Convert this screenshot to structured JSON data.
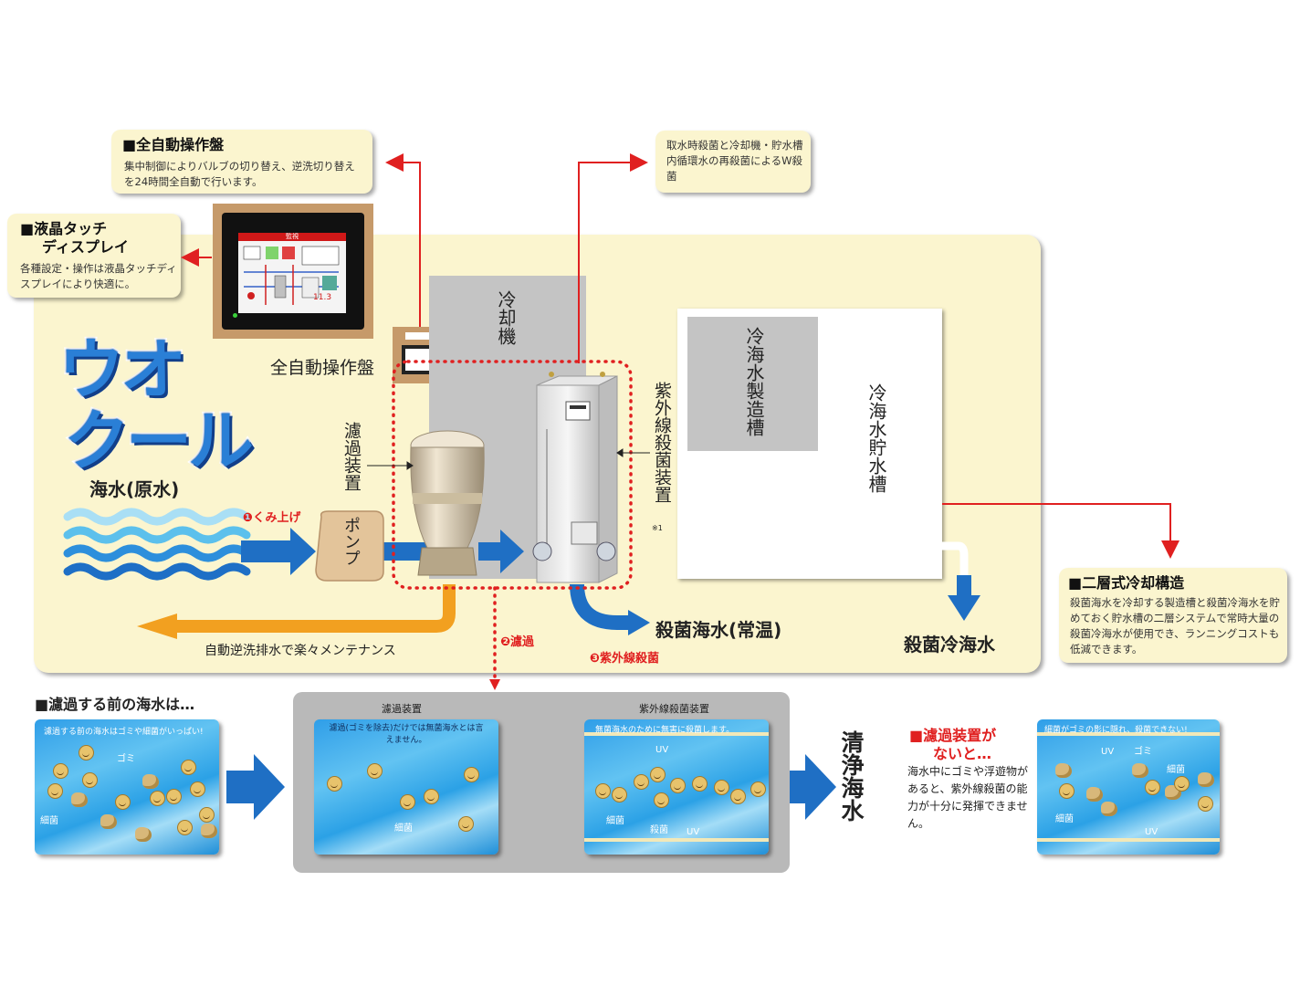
{
  "callouts": {
    "control_panel": {
      "title": "■全自動操作盤",
      "text": "集中制御によりバルブの切り替え、逆洗切り替えを24時間全自動で行います。"
    },
    "lcd": {
      "title_line1": "■液晶タッチ",
      "title_line2": "ディスプレイ",
      "text": "各種設定・操作は液晶タッチディスプレイにより快適に。"
    },
    "uv_note": {
      "text": "取水時殺菌と冷却機・貯水槽内循環水の再殺菌によるW殺菌"
    },
    "two_layer": {
      "title": "■二層式冷却構造",
      "text": "殺菌海水を冷却する製造槽と殺菌冷海水を貯めておく貯水槽の二層システムで常時大量の殺菌冷海水が使用でき、ランニングコストも低減できます。"
    }
  },
  "brand": {
    "line1": "ウオ",
    "line2": "クール"
  },
  "diagram": {
    "seawater_label": "海水(原水)",
    "step1": "くみ上げ",
    "step1_num": "❶",
    "pump": "ポンプ",
    "filter_label": "濾過装置",
    "panel_label": "全自動操作盤",
    "chiller": "冷却機",
    "uv_label": "紫外線殺菌装置",
    "uv_note_mark": "※1",
    "cold_maker": "冷海水製造槽",
    "cold_storage": "冷海水貯水槽",
    "backwash": "自動逆洗排水で楽々メンテナンス",
    "step2": "濾過",
    "step2_num": "❷",
    "step3": "紫外線殺菌",
    "step3_num": "❸",
    "sterile_water": "殺菌海水(常温)",
    "sterile_cold": "殺菌冷海水"
  },
  "bottom": {
    "before_title": "■濾過する前の海水は…",
    "before_caption": "濾過する前の海水はゴミや細菌がいっぱい!",
    "label_trash": "ゴミ",
    "label_bacteria": "細菌",
    "group_filter": "濾過装置",
    "group_uv": "紫外線殺菌装置",
    "filter_caption": "濾過(ゴミを除去)だけでは無菌海水とは言えません。",
    "uv_caption": "無菌海水のために無害に殺菌します。",
    "uv": "UV",
    "label_kill": "殺菌",
    "clean_water": "清浄海水",
    "without_title_line1": "■濾過装置が",
    "without_title_line2": "ないと…",
    "without_text": "海水中にゴミや浮遊物があると、紫外線殺菌の能力が十分に発揮できません。",
    "without_caption": "細菌がゴミの影に隠れ、殺菌できない!"
  },
  "screen": {
    "header": "監視",
    "reading": "11.3"
  },
  "colors": {
    "panel_bg": "#fbf5cf",
    "flow_blue": "#1f6fc4",
    "backwash_orange": "#f2a020",
    "signal_red": "#e02020",
    "brand_blue": "#2a7fd6"
  }
}
